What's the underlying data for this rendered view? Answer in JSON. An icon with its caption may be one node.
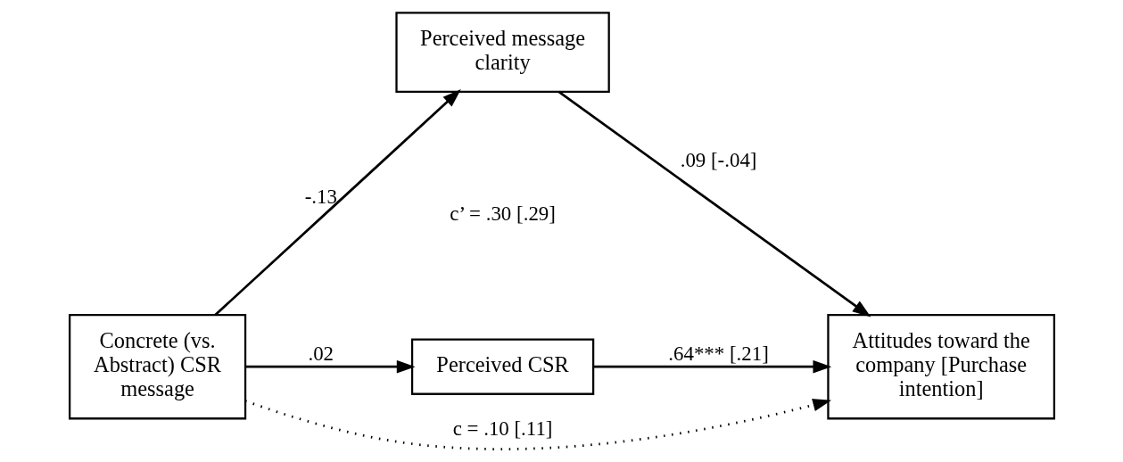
{
  "diagram": {
    "nodes": [
      {
        "text": [
          "Concrete (vs. Abstract) CSR message"
        ]
      },
      {
        "text": [
          "Perceived message clarity"
        ]
      },
      {
        "text": [
          "Perceived CSR"
        ]
      },
      {
        "text": [
          "Attitudes toward the company [Purchase intention]"
        ]
      }
    ],
    "edges": [
      {
        "from": 0,
        "to": 1,
        "arrow": "to",
        "label": "-.13"
      },
      {
        "from": 1,
        "to": 3,
        "arrow": "to",
        "label": ".09 [-.04]"
      },
      {
        "from": 0,
        "to": 3,
        "arrow": "to",
        "label": "c = .10 [.11]",
        "style": "dashed"
      },
      {
        "from": 0,
        "to": 2,
        "arrow": "to",
        "label": ".02"
      },
      {
        "from": 2,
        "to": 3,
        "arrow": "to",
        "label": ".64*** [.21]"
      }
    ],
    "labels": [
      "c’ = .30 [.29]"
    ]
  }
}
